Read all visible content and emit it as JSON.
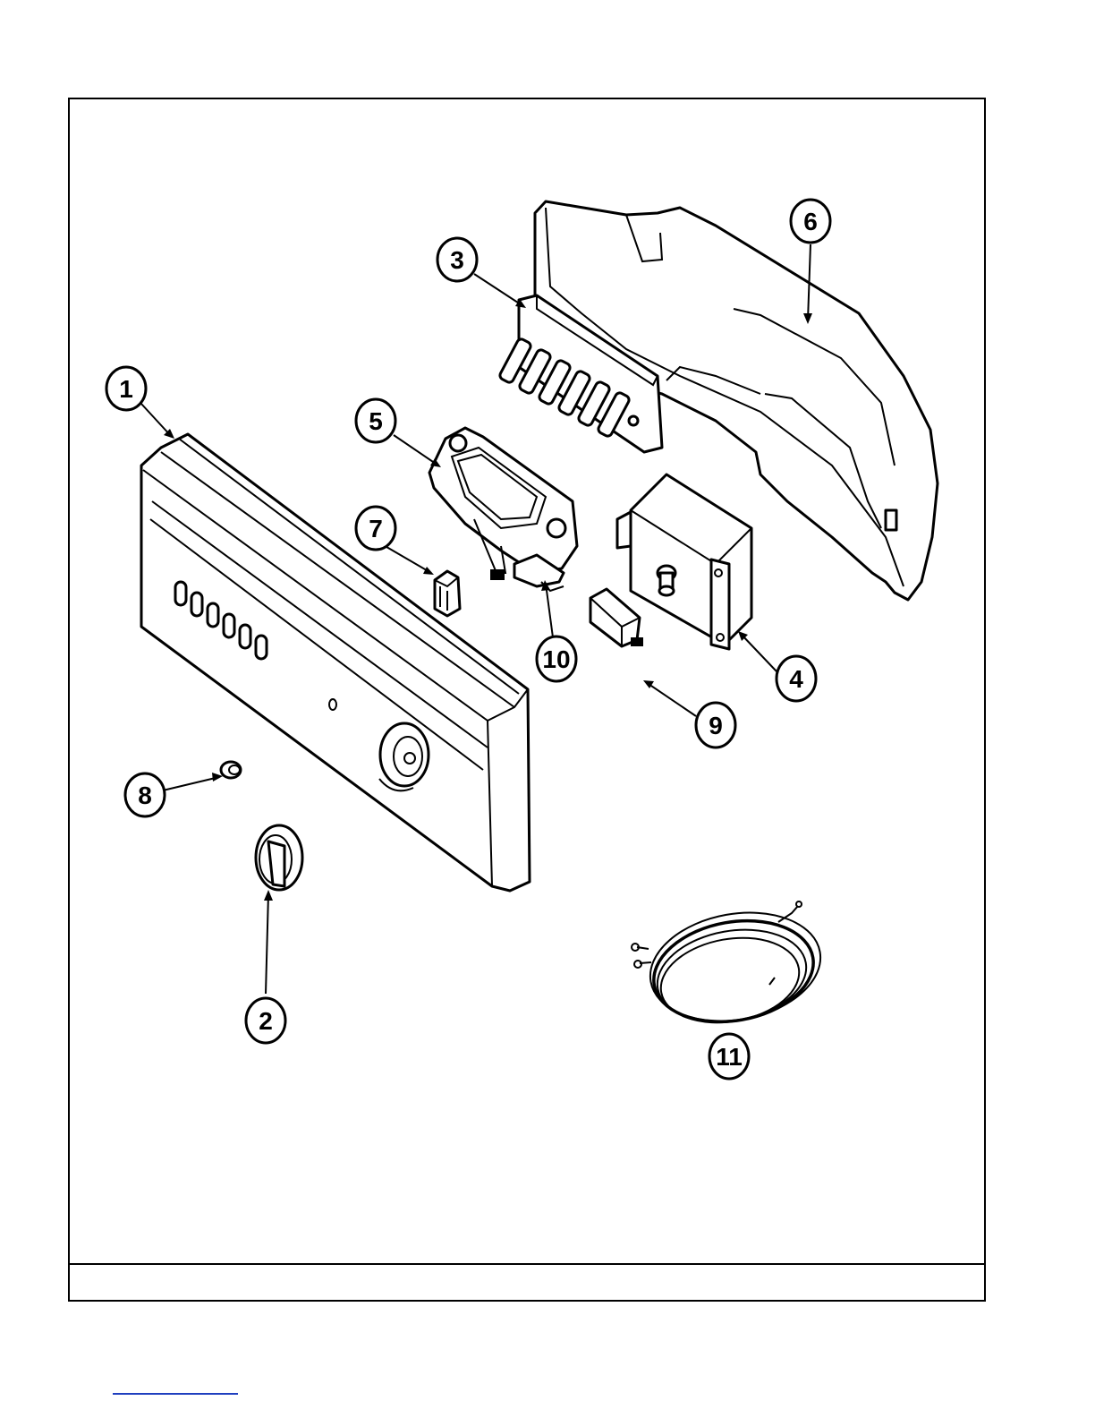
{
  "callouts": [
    {
      "id": "1",
      "label": "1"
    },
    {
      "id": "2",
      "label": "2"
    },
    {
      "id": "3",
      "label": "3"
    },
    {
      "id": "4",
      "label": "4"
    },
    {
      "id": "5",
      "label": "5"
    },
    {
      "id": "6",
      "label": "6"
    },
    {
      "id": "7",
      "label": "7"
    },
    {
      "id": "8",
      "label": "8"
    },
    {
      "id": "9",
      "label": "9"
    },
    {
      "id": "10",
      "label": "10"
    },
    {
      "id": "11",
      "label": "11"
    }
  ],
  "colors": {
    "line": "#000000",
    "background": "#ffffff",
    "footer_link": "#1f3fbf"
  }
}
